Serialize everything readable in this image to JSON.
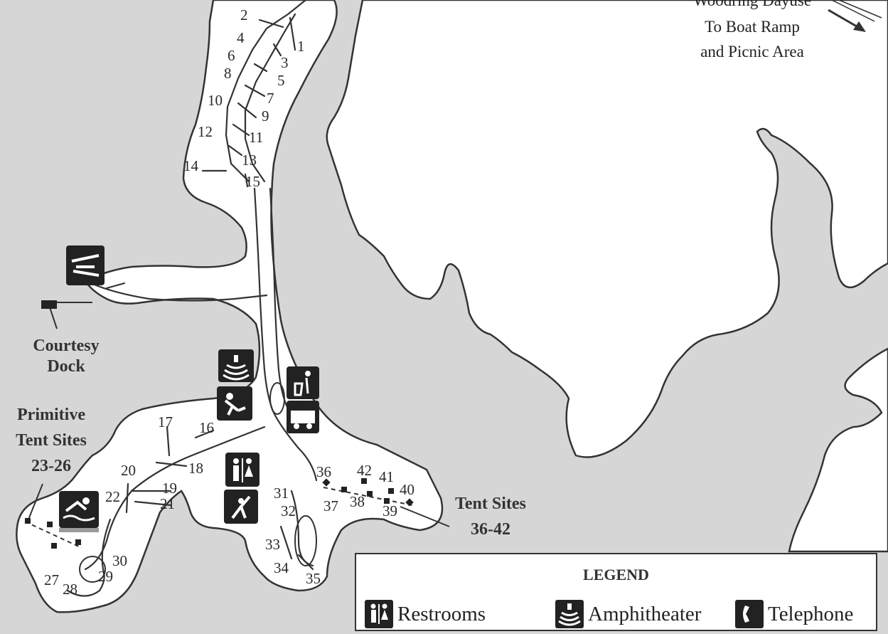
{
  "map": {
    "direction_note": [
      "Woodring Dayuse",
      "To Boat Ramp",
      "and Picnic Area"
    ],
    "site_numbers": [
      "1",
      "2",
      "3",
      "4",
      "5",
      "6",
      "7",
      "8",
      "9",
      "10",
      "11",
      "12",
      "13",
      "14",
      "15",
      "16",
      "17",
      "18",
      "19",
      "20",
      "21",
      "22",
      "27",
      "28",
      "29",
      "30",
      "31",
      "32",
      "33",
      "34",
      "35",
      "36",
      "37",
      "38",
      "39",
      "40",
      "41",
      "42"
    ],
    "labels": {
      "courtesy_dock": [
        "Courtesy",
        "Dock"
      ],
      "primitive_tent": [
        "Primitive",
        "Tent Sites",
        "23-26"
      ],
      "tent_sites": [
        "Tent Sites",
        "36-42"
      ]
    },
    "icons": [
      "boat-ramp-icon",
      "amphitheater-icon",
      "playground-icon",
      "dump-station-icon",
      "rv-camping-icon",
      "restrooms-icon",
      "fishing-icon",
      "swimming-icon"
    ],
    "colors": {
      "water": "#d6d6d6",
      "land": "#ffffff",
      "icon": "#222222"
    }
  },
  "legend": {
    "title": "LEGEND",
    "items": [
      {
        "label": "Restrooms",
        "icon": "restrooms-icon"
      },
      {
        "label": "Amphitheater",
        "icon": "amphitheater-icon"
      },
      {
        "label": "Telephone",
        "icon": "telephone-icon"
      }
    ]
  }
}
